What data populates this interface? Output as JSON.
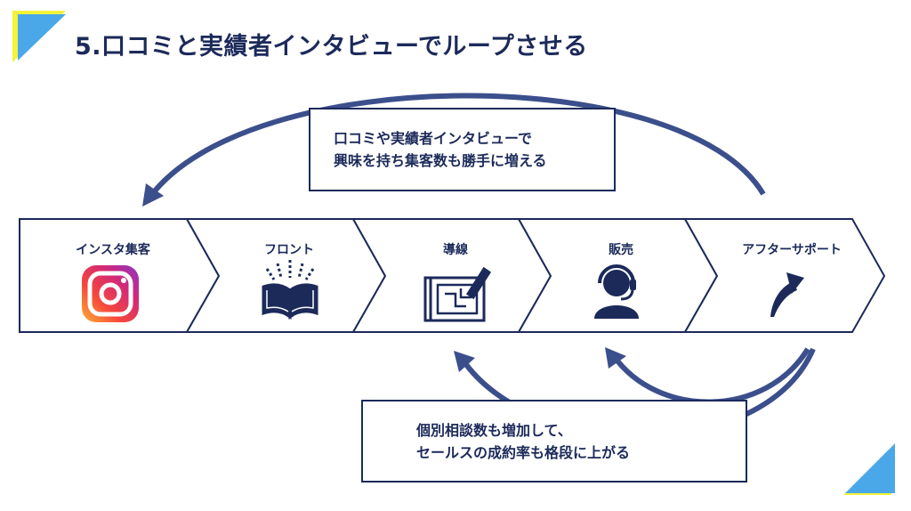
{
  "title": "5.口コミと実績者インタビューでループさせる",
  "top_note": {
    "line1": "口コミや実績者インタビューで",
    "line2": "興味を持ち集客数も勝手に増える"
  },
  "bottom_note": {
    "line1": "個別相談数も増加して、",
    "line2": "セールスの成約率も格段に上がる"
  },
  "steps": [
    {
      "label": "インスタ集客",
      "icon": "instagram-icon"
    },
    {
      "label": "フロント",
      "icon": "open-book-icon"
    },
    {
      "label": "導線",
      "icon": "blueprint-icon"
    },
    {
      "label": "販売",
      "icon": "headset-operator-icon"
    },
    {
      "label": "アフターサポート",
      "icon": "up-arrow-icon"
    }
  ],
  "colors": {
    "navy": "#1c2a5a",
    "arrow": "#3b4f8c",
    "accent_blue": "#4aa8e8",
    "accent_yellow": "#f5f23a"
  }
}
